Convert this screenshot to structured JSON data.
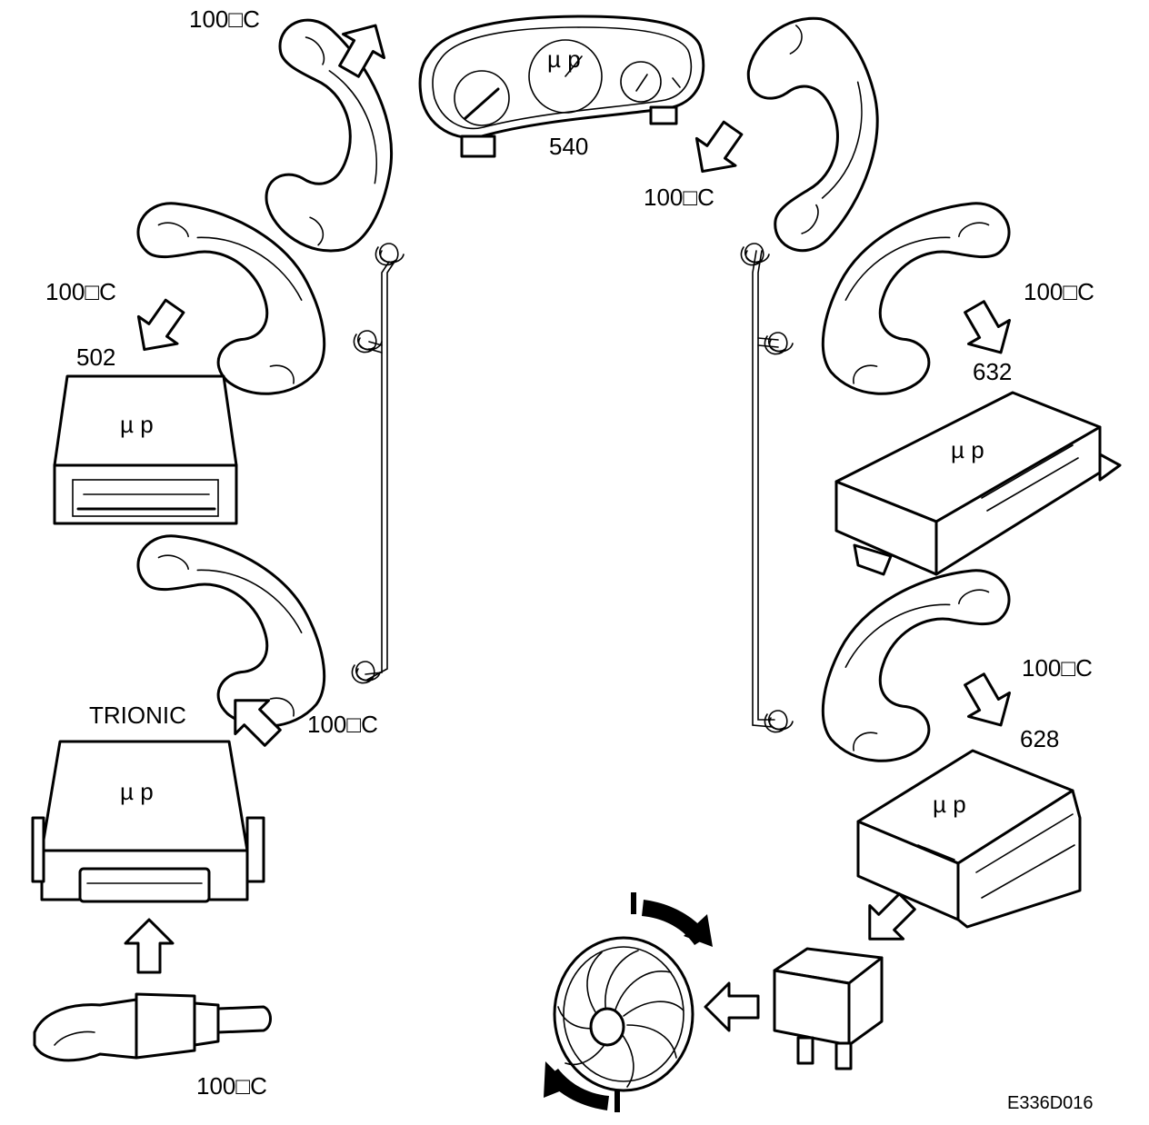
{
  "diagram": {
    "temp_label": "100□C",
    "mu_p": "µ p",
    "instrument_cluster_label": "540",
    "module_502_label": "502",
    "module_632_label": "632",
    "module_628_label": "628",
    "trionic_label": "TRIONIC",
    "figure_code": "E336D016",
    "icons": [
      "telephone-handset-icon",
      "arrow-icon",
      "ecu-module-icon",
      "instrument-cluster-icon",
      "temperature-sensor-icon",
      "relay-icon",
      "cooling-fan-icon",
      "rotation-arrow-icon"
    ]
  }
}
